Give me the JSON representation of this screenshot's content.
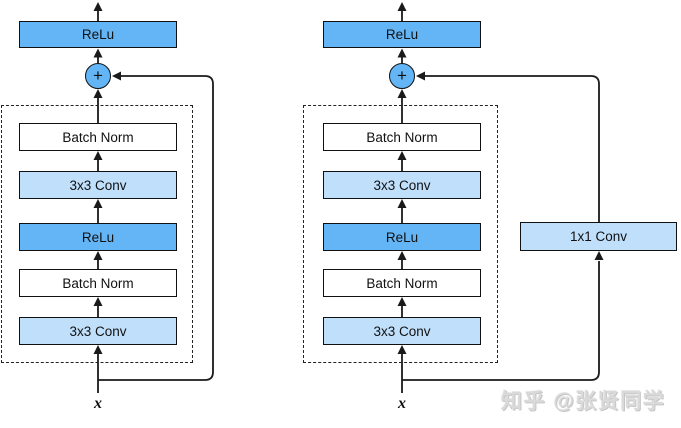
{
  "colors": {
    "activation_fill": "#64b5f6",
    "conv_fill": "#bfdffb",
    "norm_fill": "#ffffff",
    "line": "#1a1a1a",
    "watermark_gray": "#dadada"
  },
  "left_diagram": {
    "output_activation": "ReLu",
    "add_symbol": "+",
    "layers": [
      {
        "label": "Batch Norm",
        "type": "norm"
      },
      {
        "label": "3x3 Conv",
        "type": "conv"
      },
      {
        "label": "ReLu",
        "type": "activation"
      },
      {
        "label": "Batch Norm",
        "type": "norm"
      },
      {
        "label": "3x3 Conv",
        "type": "conv"
      }
    ],
    "input_label": "x"
  },
  "right_diagram": {
    "output_activation": "ReLu",
    "add_symbol": "+",
    "layers": [
      {
        "label": "Batch Norm",
        "type": "norm"
      },
      {
        "label": "3x3 Conv",
        "type": "conv"
      },
      {
        "label": "ReLu",
        "type": "activation"
      },
      {
        "label": "Batch Norm",
        "type": "norm"
      },
      {
        "label": "3x3 Conv",
        "type": "conv"
      }
    ],
    "shortcut_layer": {
      "label": "1x1 Conv",
      "type": "conv"
    },
    "input_label": "x"
  },
  "watermark": "知乎 @张贤同学"
}
